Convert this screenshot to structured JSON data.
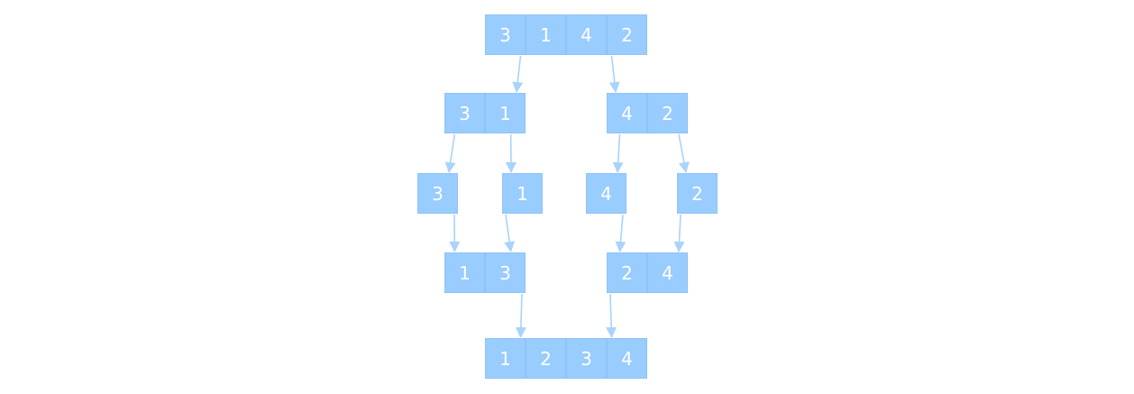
{
  "colors": {
    "cell_fill": "#99ccff",
    "cell_text": "#ffffff",
    "arrow": "#a9d3fb"
  },
  "nodes": [
    {
      "id": "root",
      "values": [
        "3",
        "1",
        "4",
        "2"
      ]
    },
    {
      "id": "left-half",
      "values": [
        "3",
        "1"
      ]
    },
    {
      "id": "right-half",
      "values": [
        "4",
        "2"
      ]
    },
    {
      "id": "leaf-3",
      "values": [
        "3"
      ]
    },
    {
      "id": "leaf-1",
      "values": [
        "1"
      ]
    },
    {
      "id": "leaf-4",
      "values": [
        "4"
      ]
    },
    {
      "id": "leaf-2",
      "values": [
        "2"
      ]
    },
    {
      "id": "merged-left",
      "values": [
        "1",
        "3"
      ]
    },
    {
      "id": "merged-right",
      "values": [
        "2",
        "4"
      ]
    },
    {
      "id": "result",
      "values": [
        "1",
        "2",
        "3",
        "4"
      ]
    }
  ],
  "edges": [
    [
      "root",
      "left-half"
    ],
    [
      "root",
      "right-half"
    ],
    [
      "left-half",
      "leaf-3"
    ],
    [
      "left-half",
      "leaf-1"
    ],
    [
      "right-half",
      "leaf-4"
    ],
    [
      "right-half",
      "leaf-2"
    ],
    [
      "leaf-3",
      "merged-left"
    ],
    [
      "leaf-1",
      "merged-left"
    ],
    [
      "leaf-4",
      "merged-right"
    ],
    [
      "leaf-2",
      "merged-right"
    ],
    [
      "merged-left",
      "result"
    ],
    [
      "merged-right",
      "result"
    ]
  ]
}
